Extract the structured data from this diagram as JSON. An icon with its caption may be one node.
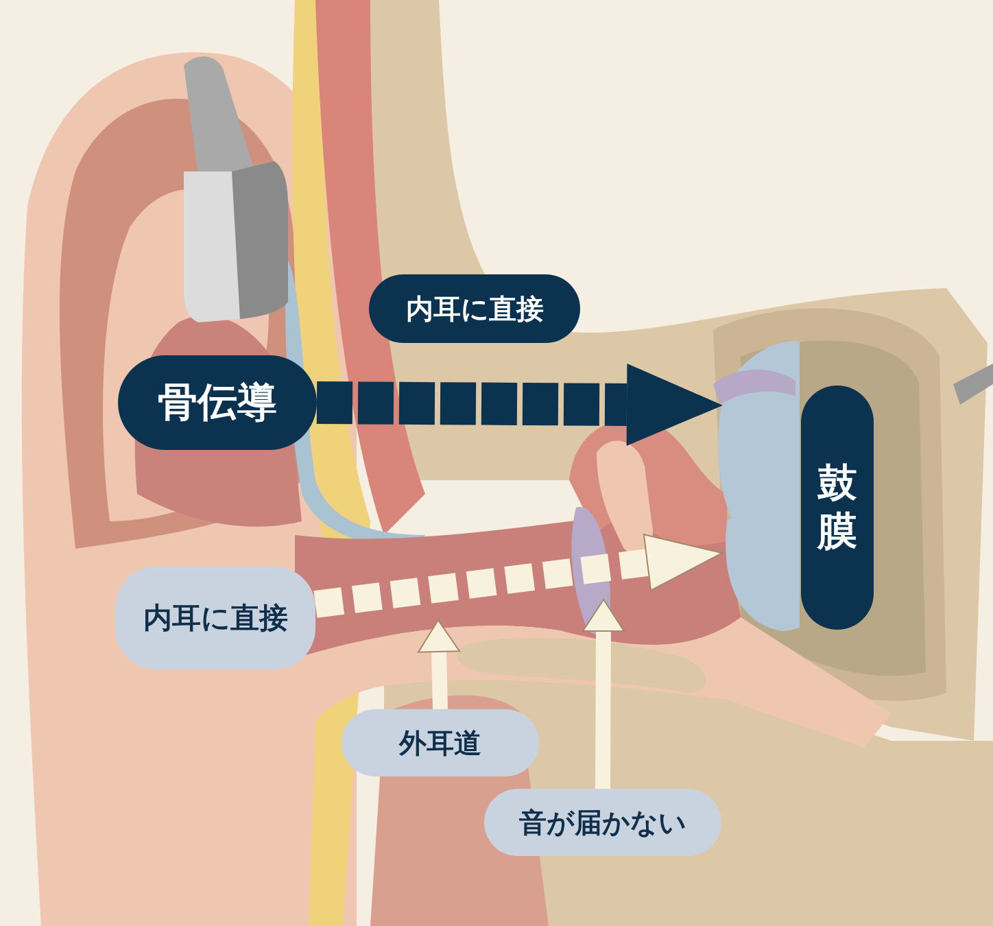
{
  "diagram": {
    "nodes": [
      {
        "text": [
          "骨伝導"
        ]
      },
      {
        "text": [
          "内耳に直接"
        ]
      },
      {
        "text": [
          "鼓膜"
        ]
      },
      {
        "text": [
          "内耳に直接"
        ]
      },
      {
        "text": [
          "外耳道"
        ]
      },
      {
        "text": [
          "音が届かない"
        ]
      },
      {
        "text": [],
        "shape": "picture"
      }
    ],
    "edges": [
      {
        "from": 0,
        "to": 6,
        "arrow": "to",
        "style": "dashed",
        "color": "#0b3350"
      },
      {
        "from": 3,
        "to": 6,
        "arrow": "to",
        "style": "dashed"
      },
      {
        "from": 4,
        "to": null,
        "arrow": "to"
      },
      {
        "from": 5,
        "to": null,
        "arrow": "to"
      }
    ]
  }
}
